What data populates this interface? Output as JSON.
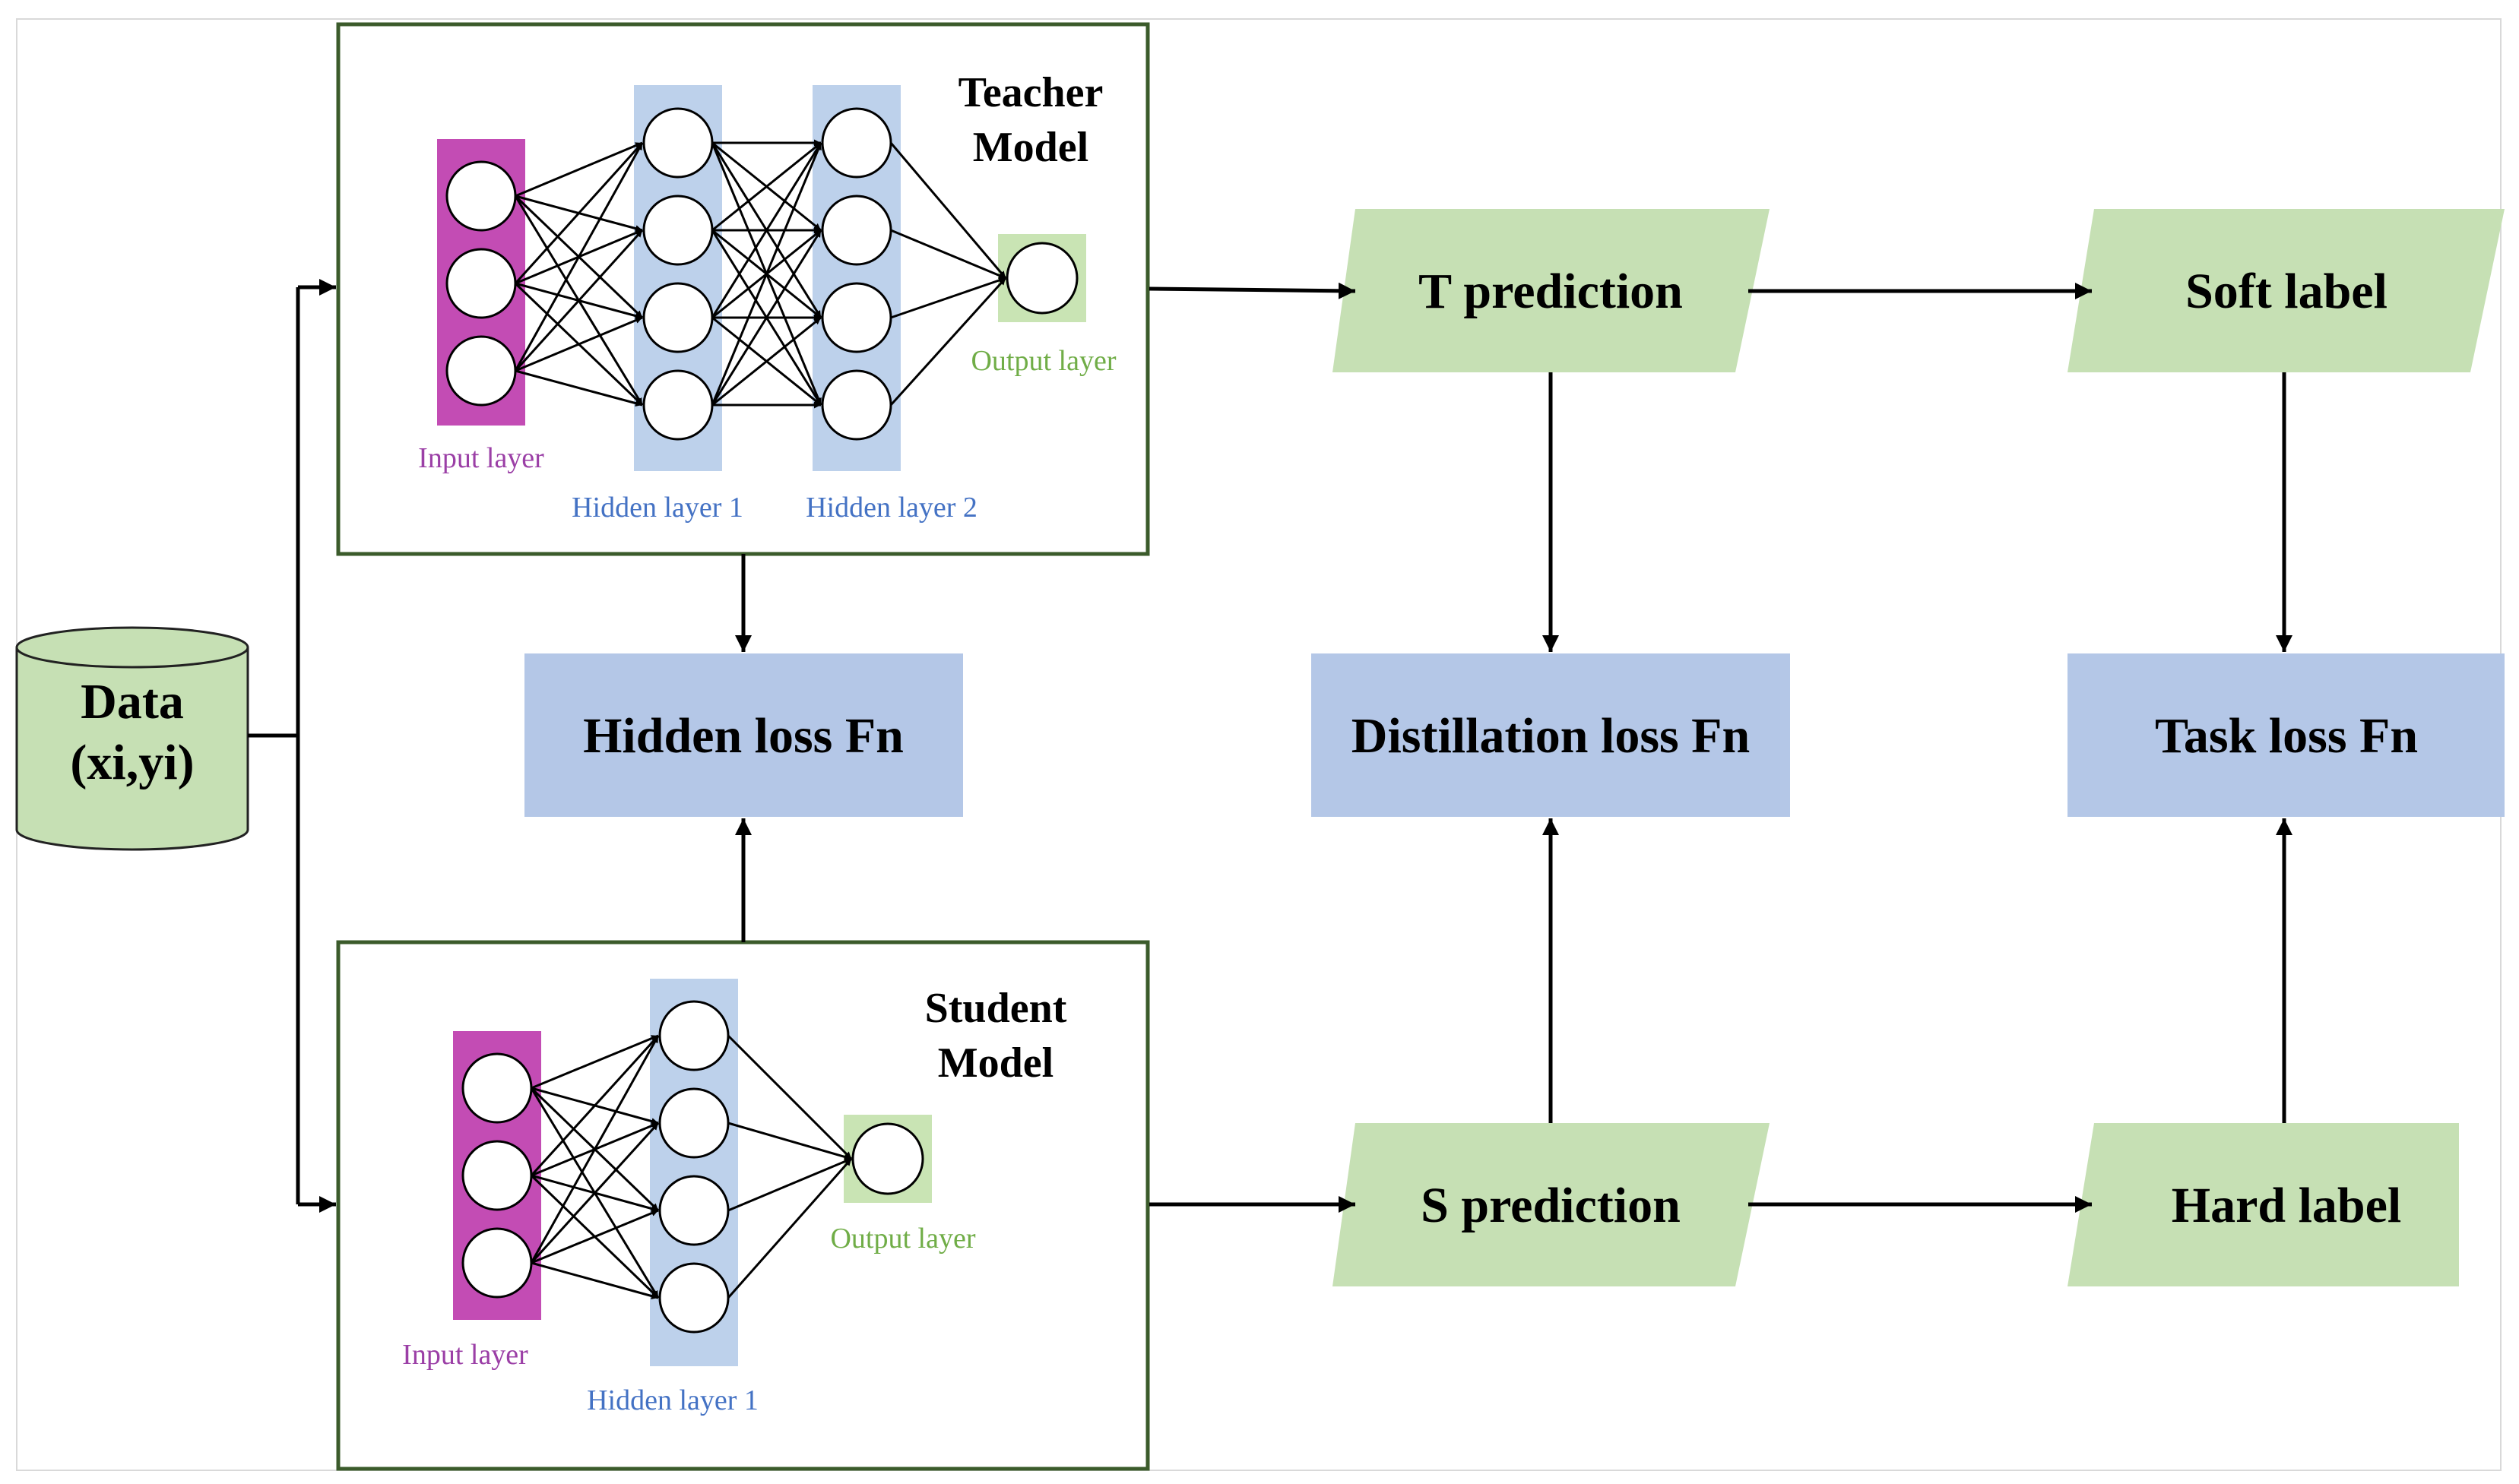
{
  "data_node": {
    "line1": "Data",
    "line2": "(xi,yi)"
  },
  "teacher": {
    "title1": "Teacher",
    "title2": "Model",
    "input_label": "Input layer",
    "hidden1_label": "Hidden layer 1",
    "hidden2_label": "Hidden layer 2",
    "output_label": "Output layer"
  },
  "student": {
    "title1": "Student",
    "title2": "Model",
    "input_label": "Input layer",
    "hidden1_label": "Hidden layer 1",
    "output_label": "Output layer"
  },
  "nodes": {
    "t_prediction": "T prediction",
    "s_prediction": "S prediction",
    "soft_label": "Soft label",
    "hard_label": "Hard label",
    "hidden_loss": "Hidden loss Fn",
    "distillation_loss": "Distillation loss Fn",
    "task_loss": "Task loss Fn"
  },
  "colors": {
    "input_layer": "#C34CB4",
    "hidden_layer": "#BDD1EB",
    "output_layer": "#C9E4B4",
    "green_shape": "#C6E0B4",
    "loss_box": "#B4C7E7",
    "model_border": "#3B5B2B",
    "input_text": "#9B3FA6",
    "hidden_text": "#4472C4",
    "output_text": "#70AD47"
  }
}
